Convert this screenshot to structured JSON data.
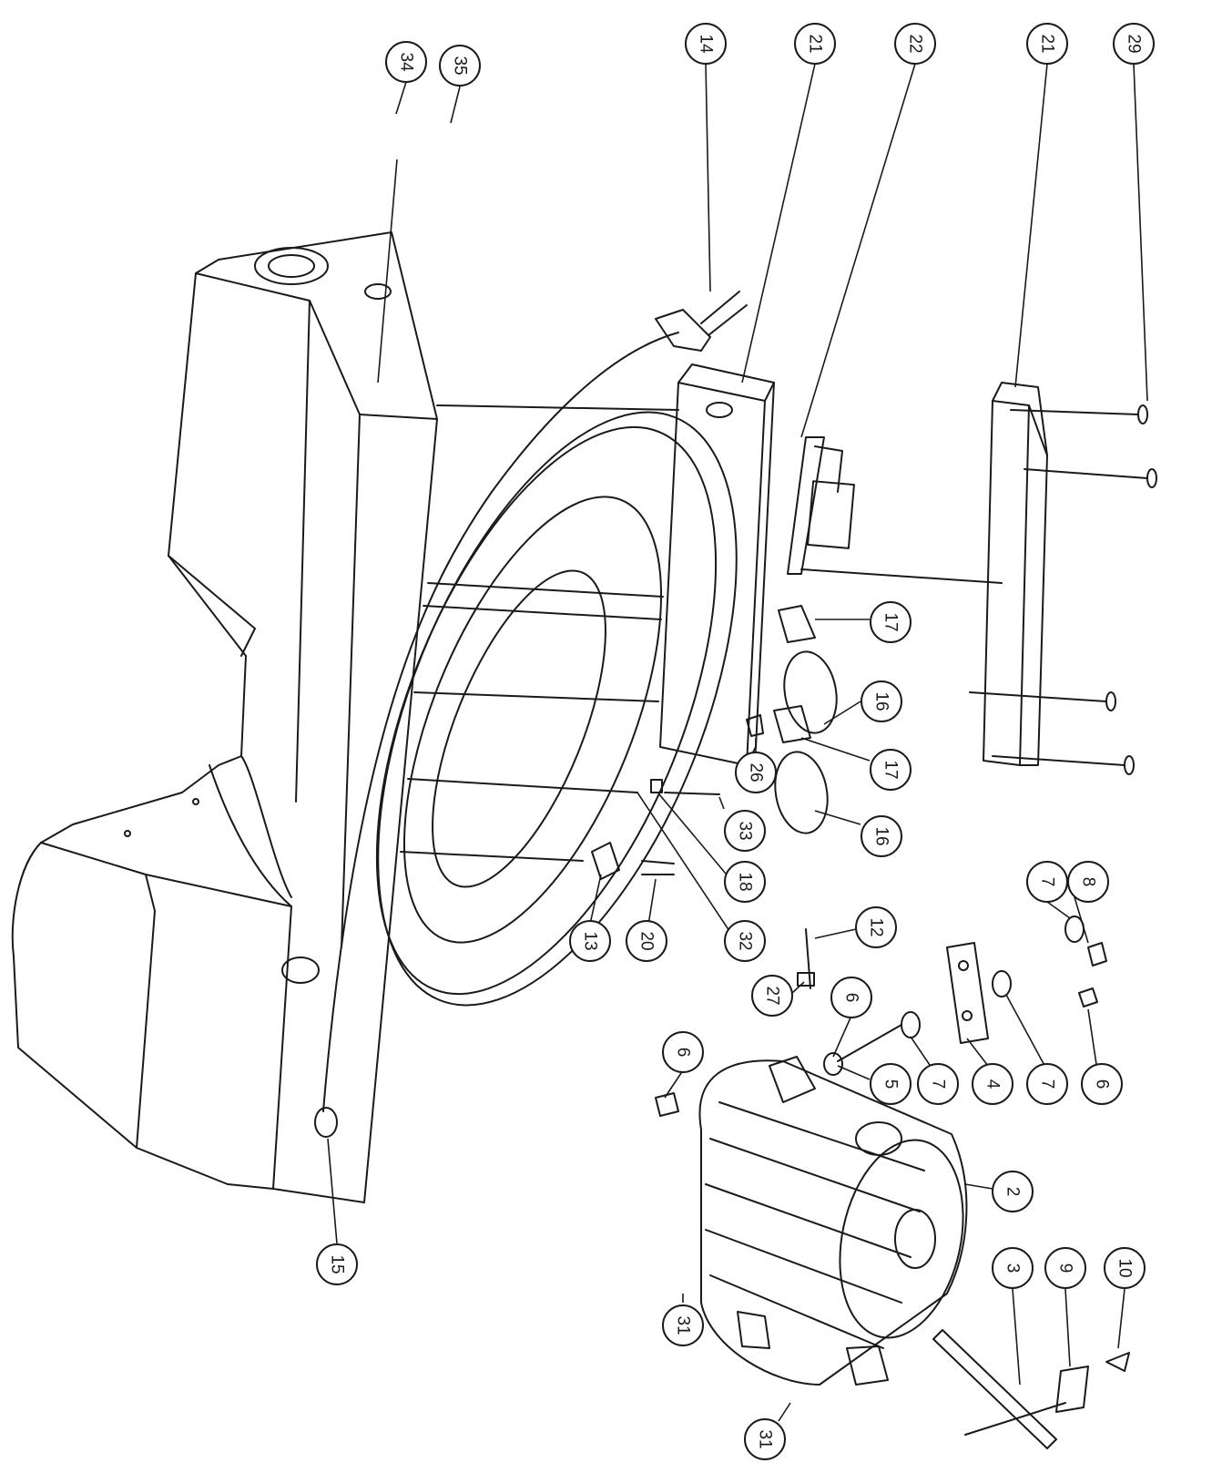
{
  "colors": {
    "line": "#1a1a1a",
    "background": "#ffffff"
  },
  "callouts": [
    {
      "id": "c34",
      "label": "34"
    },
    {
      "id": "c35",
      "label": "35"
    },
    {
      "id": "c14",
      "label": "14"
    },
    {
      "id": "c21a",
      "label": "21"
    },
    {
      "id": "c22",
      "label": "22"
    },
    {
      "id": "c21b",
      "label": "21"
    },
    {
      "id": "c29",
      "label": "29"
    },
    {
      "id": "c17a",
      "label": "17"
    },
    {
      "id": "c16a",
      "label": "16"
    },
    {
      "id": "c17b",
      "label": "17"
    },
    {
      "id": "c26",
      "label": "26"
    },
    {
      "id": "c33",
      "label": "33"
    },
    {
      "id": "c16b",
      "label": "16"
    },
    {
      "id": "c18",
      "label": "18"
    },
    {
      "id": "c32",
      "label": "32"
    },
    {
      "id": "c13",
      "label": "13"
    },
    {
      "id": "c20",
      "label": "20"
    },
    {
      "id": "c12",
      "label": "12"
    },
    {
      "id": "c27",
      "label": "27"
    },
    {
      "id": "c7a",
      "label": "7"
    },
    {
      "id": "c8",
      "label": "8"
    },
    {
      "id": "c6a",
      "label": "6"
    },
    {
      "id": "c6b",
      "label": "6"
    },
    {
      "id": "c5",
      "label": "5"
    },
    {
      "id": "c7b",
      "label": "7"
    },
    {
      "id": "c4",
      "label": "4"
    },
    {
      "id": "c7c",
      "label": "7"
    },
    {
      "id": "c6c",
      "label": "6"
    },
    {
      "id": "c2",
      "label": "2"
    },
    {
      "id": "c3",
      "label": "3"
    },
    {
      "id": "c9",
      "label": "9"
    },
    {
      "id": "c10",
      "label": "10"
    },
    {
      "id": "c15",
      "label": "15"
    },
    {
      "id": "c31a",
      "label": "31"
    },
    {
      "id": "c31b",
      "label": "31"
    }
  ]
}
